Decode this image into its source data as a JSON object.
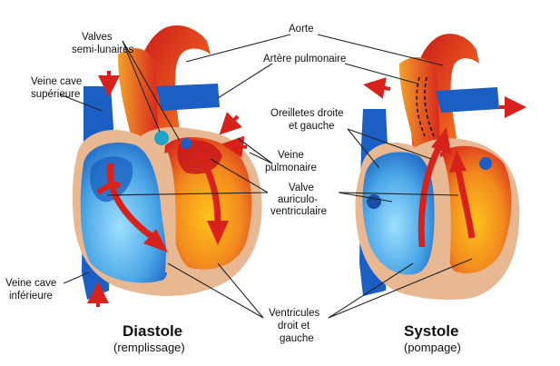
{
  "labels": {
    "aorte": "Aorte",
    "artere_pulmonaire": "Artère pulmonaire",
    "valves_semi_lunaires": [
      "Valves",
      "semi-lunaires"
    ],
    "veine_cave_superieure": [
      "Veine cave",
      "supérieure"
    ],
    "oreillettes": [
      "Oreilletes droite",
      "et gauche"
    ],
    "veine_pulmonaire": [
      "Veine",
      "pulmonaire"
    ],
    "valve_av": [
      "Valve",
      "auriculo-",
      "ventriculaire"
    ],
    "veine_cave_inferieure": [
      "Veine cave",
      "inférieure"
    ],
    "ventricules": [
      "Ventricules",
      "droit et",
      "gauche"
    ]
  },
  "panels": {
    "left": {
      "title": "Diastole",
      "subtitle": "(remplissage)"
    },
    "right": {
      "title": "Systole",
      "subtitle": "(pompage)"
    }
  },
  "colors": {
    "oxygen_rich": "#d8261d",
    "oxygen_rich_light": "#f28a1e",
    "oxygen_poor": "#1a5fbf",
    "oxygen_poor_light": "#5cb8ee",
    "pericardium": "#e8b893",
    "arrow": "#d9211c"
  }
}
